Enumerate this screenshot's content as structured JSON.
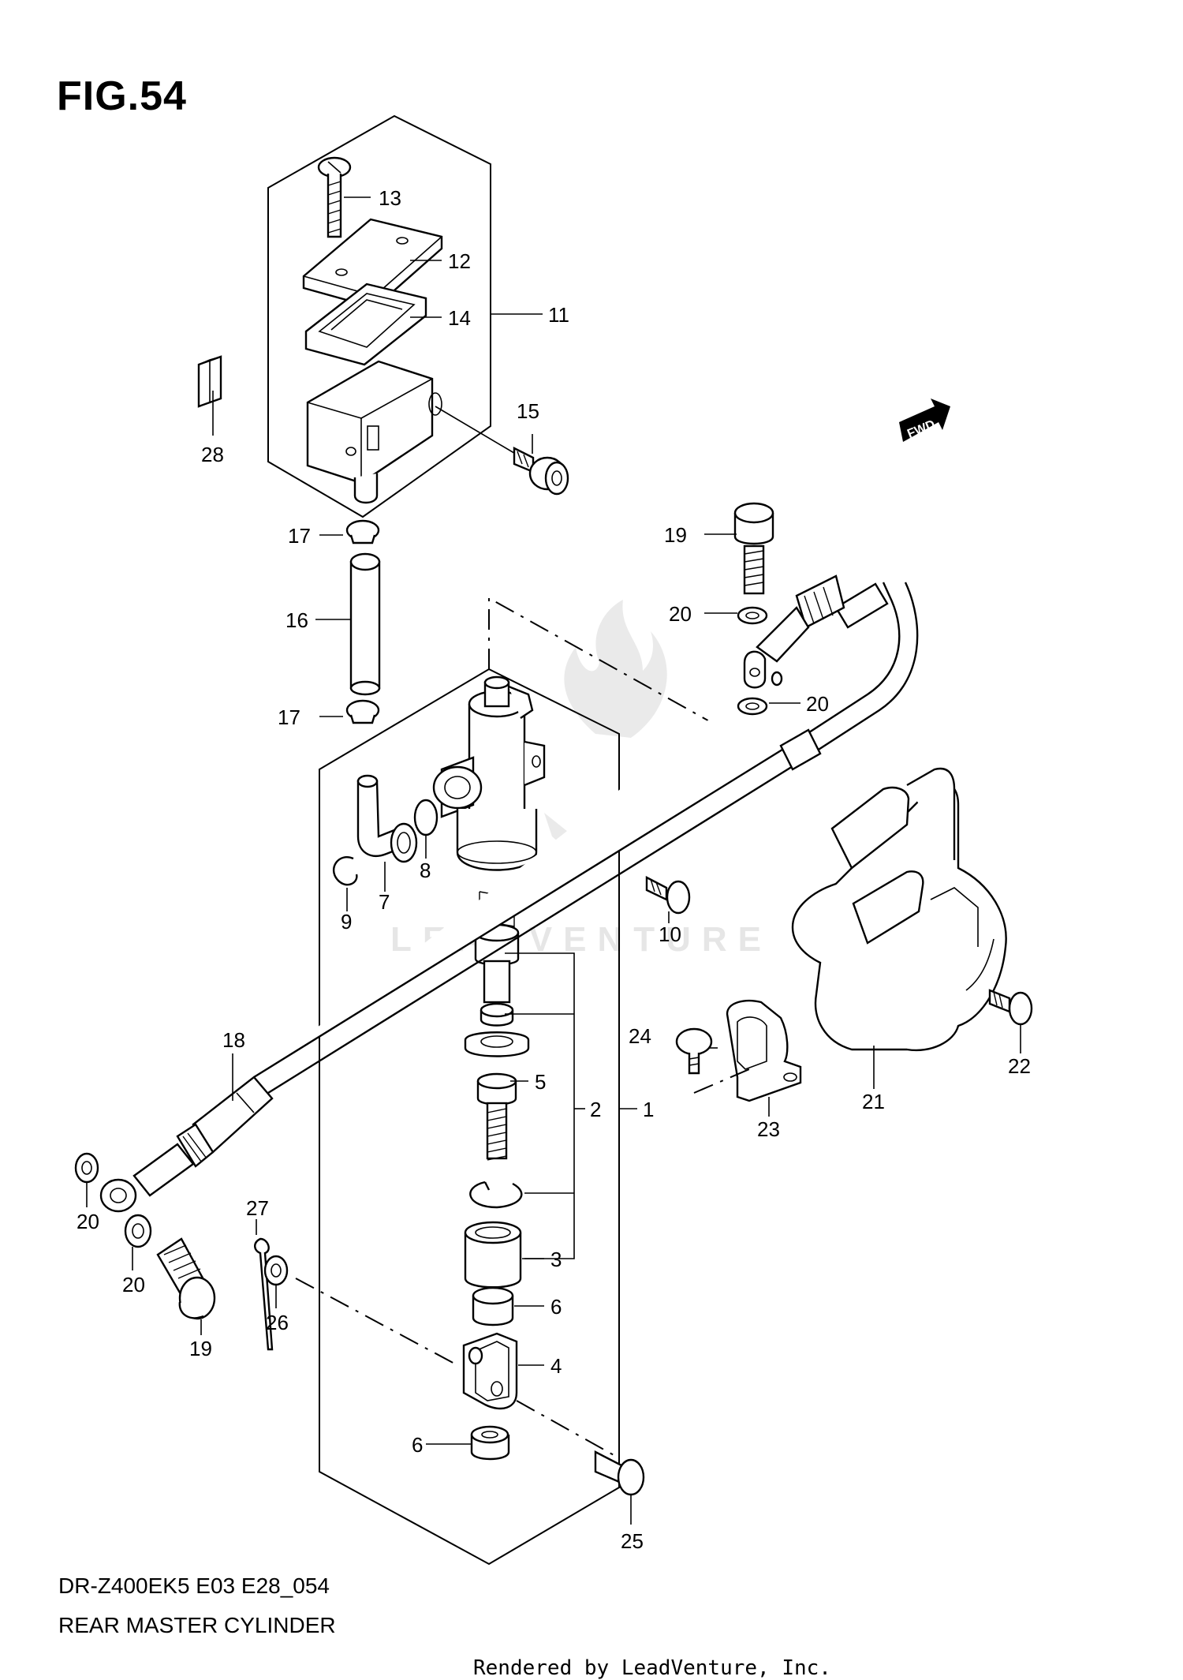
{
  "figure": {
    "title": "FIG.54",
    "model_code": "DR-Z400EK5 E03 E28_054",
    "name": "REAR MASTER CYLINDER",
    "credit": "Rendered by LeadVenture, Inc.",
    "watermark": "LEADVENTURE",
    "direction_tag": "FWD"
  },
  "callouts": {
    "c1": "1",
    "c2": "2",
    "c3": "3",
    "c4": "4",
    "c5": "5",
    "c6a": "6",
    "c6b": "6",
    "c7": "7",
    "c8": "8",
    "c9": "9",
    "c10": "10",
    "c11": "11",
    "c12": "12",
    "c13": "13",
    "c14": "14",
    "c15": "15",
    "c16": "16",
    "c17a": "17",
    "c17b": "17",
    "c18": "18",
    "c19a": "19",
    "c19b": "19",
    "c20a": "20",
    "c20b": "20",
    "c20c": "20",
    "c20d": "20",
    "c21": "21",
    "c22": "22",
    "c23": "23",
    "c24": "24",
    "c25": "25",
    "c26": "26",
    "c27": "27",
    "c28": "28"
  }
}
